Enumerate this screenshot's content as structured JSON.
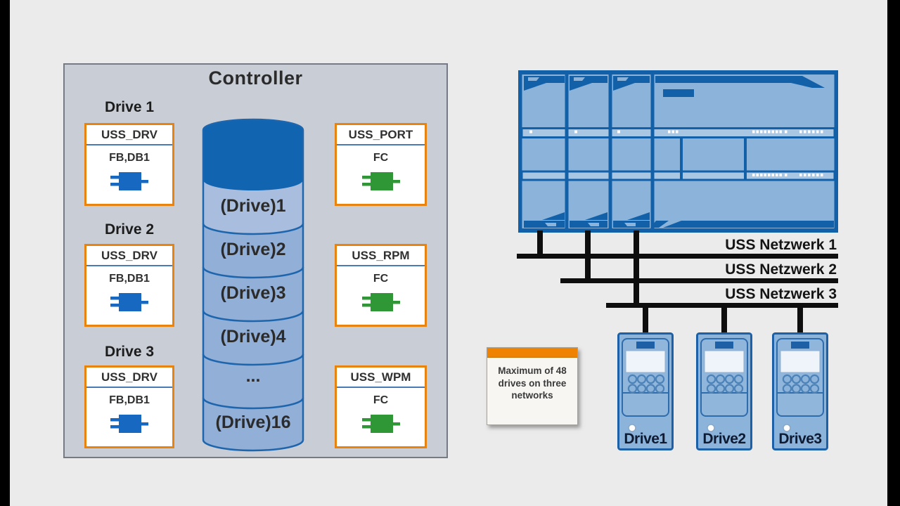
{
  "colors": {
    "background": "#ebebeb",
    "panel_bg": "#c9ced6",
    "block_border_orange": "#e8830f",
    "block_separator_blue": "#4a7ab5",
    "icon_blue": "#1668c0",
    "icon_green": "#2f9735",
    "plc_blue": "#1160a8",
    "plc_fill": "#8cb3da",
    "cylinder_dark": "#1164b0",
    "cylinder_light": "#92afd7",
    "network_line": "#0e0e0e",
    "note_header_orange": "#ef8200"
  },
  "controller": {
    "title": "Controller",
    "drive_groups": [
      {
        "label": "Drive 1",
        "block_header": "USS_DRV",
        "block_body": "FB,DB1"
      },
      {
        "label": "Drive 2",
        "block_header": "USS_DRV",
        "block_body": "FB,DB1"
      },
      {
        "label": "Drive 3",
        "block_header": "USS_DRV",
        "block_body": "FB,DB1"
      }
    ],
    "function_blocks": [
      {
        "header": "USS_PORT",
        "body": "FC"
      },
      {
        "header": "USS_RPM",
        "body": "FC"
      },
      {
        "header": "USS_WPM",
        "body": "FC"
      }
    ],
    "cylinder_segments": [
      "(Drive)1",
      "(Drive)2",
      "(Drive)3",
      "(Drive)4",
      "...",
      "(Drive)16"
    ]
  },
  "network": {
    "labels": [
      "USS Netzwerk 1",
      "USS Netzwerk 2",
      "USS Netzwerk 3"
    ]
  },
  "note": {
    "text": "Maximum of 48 drives on three networks"
  },
  "drives": [
    {
      "label": "Drive1"
    },
    {
      "label": "Drive2"
    },
    {
      "label": "Drive3"
    }
  ]
}
